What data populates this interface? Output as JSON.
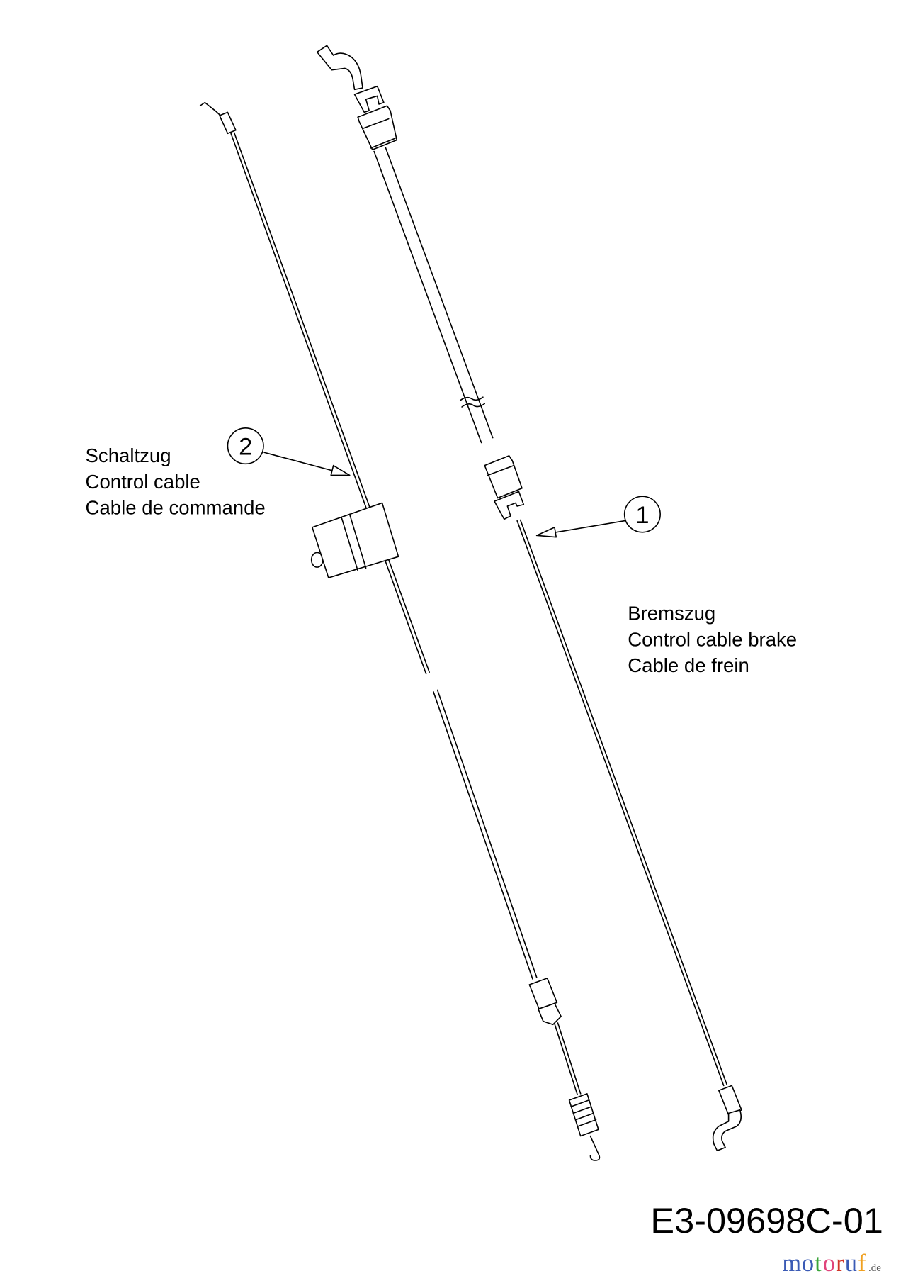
{
  "parts": [
    {
      "number": "2",
      "labels": [
        "Schaltzug",
        "Control cable",
        "Cable de commande"
      ]
    },
    {
      "number": "1",
      "labels": [
        "Bremszug",
        "Control cable brake",
        "Cable de frein"
      ]
    }
  ],
  "drawing_code": "E3-09698C-01",
  "watermark": {
    "text": "motoruf",
    "suffix": ".de",
    "colors": [
      "#3b5bb5",
      "#3b5bb5",
      "#3aa53a",
      "#e0457b",
      "#d0372a",
      "#3b5bb5",
      "#f0a020"
    ]
  }
}
